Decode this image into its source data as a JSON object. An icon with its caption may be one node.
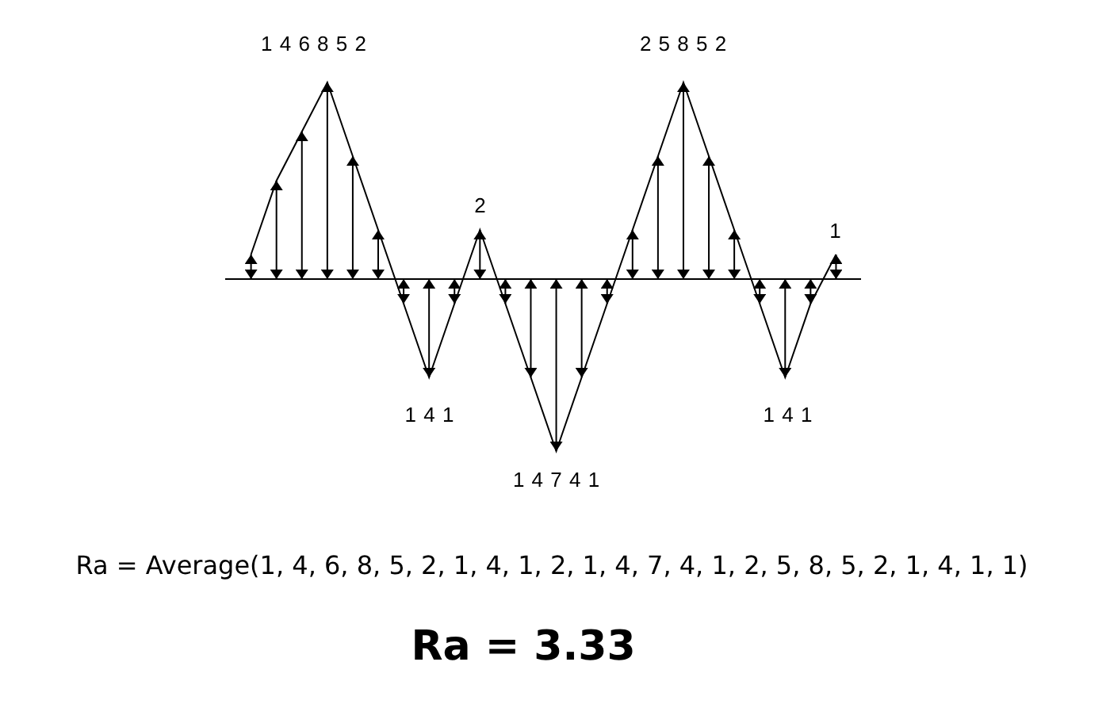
{
  "diagram": {
    "labels": [
      "1 4 6 8 5 2",
      "2 5 8 5 2",
      "2",
      "1",
      "1 4 1",
      "1 4 1",
      "1 4 7 4 1",
      "Ra = Average(1, 4, 6, 8, 5, 2, 1, 4, 1, 2, 1, 4, 7, 4, 1, 2, 5, 8, 5, 2, 1, 4, 1, 1)",
      "Ra = 3.33"
    ]
  }
}
